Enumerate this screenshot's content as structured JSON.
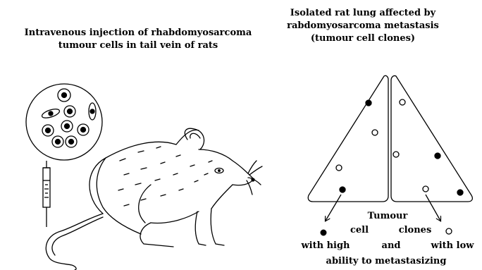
{
  "left_caption": {
    "line1": "Intravenous injection of rhabdomyosarcoma",
    "line2": "tumour cells in tail vein of rats"
  },
  "right_caption": {
    "line1": "Isolated rat lung affected by",
    "line2": "rabdomyosarcoma metastasis",
    "line3": "(tumour cell clones)"
  },
  "bottom_labels": {
    "tumour": "Tumour",
    "cell": "cell",
    "clones": "clones",
    "with_high": "with high",
    "and": "and",
    "with_low": "with low",
    "ability": "ability to metastasizing"
  }
}
